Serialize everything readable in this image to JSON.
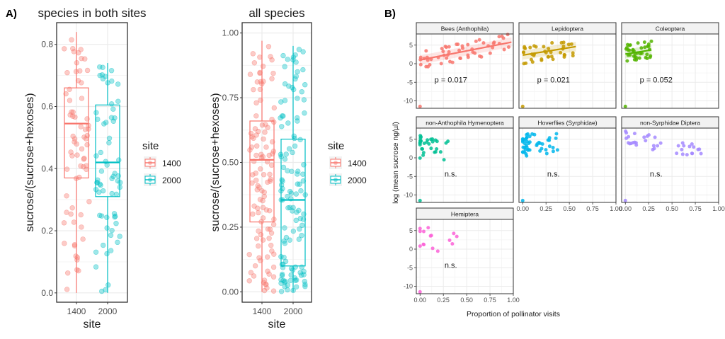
{
  "colors": {
    "site1400": "#F8766D",
    "site2000": "#00BFC4",
    "grid": "#ebebeb",
    "strip_bg": "#f2f2f2"
  },
  "panel_labels": {
    "a": "A)",
    "b": "B)"
  },
  "chart_data": [
    {
      "type": "boxplot",
      "title": "species in both sites",
      "xlabel": "site",
      "ylabel": "sucrose/(sucrose+hexoses)",
      "categories": [
        "1400",
        "2000"
      ],
      "ylim": [
        -0.03,
        0.87
      ],
      "yticks": [
        0.0,
        0.2,
        0.4,
        0.6,
        0.8
      ],
      "ytick_labels": [
        "0.0",
        "0.2",
        "0.4",
        "0.6",
        "0.8"
      ],
      "boxes": [
        {
          "category": "1400",
          "whisker_low": 0.0,
          "q1": 0.37,
          "median": 0.545,
          "q3": 0.66,
          "whisker_high": 0.84
        },
        {
          "category": "2000",
          "whisker_low": 0.0,
          "q1": 0.31,
          "median": 0.42,
          "q3": 0.605,
          "whisker_high": 0.74
        }
      ],
      "legend": {
        "title": "site",
        "entries": [
          "1400",
          "2000"
        ]
      }
    },
    {
      "type": "boxplot",
      "title": "all species",
      "xlabel": "site",
      "ylabel": "sucrose/(sucrose+hexoses)",
      "categories": [
        "1400",
        "2000"
      ],
      "ylim": [
        -0.04,
        1.04
      ],
      "yticks": [
        0.0,
        0.25,
        0.5,
        0.75,
        1.0
      ],
      "ytick_labels": [
        "0.00",
        "0.25",
        "0.50",
        "0.75",
        "1.00"
      ],
      "boxes": [
        {
          "category": "1400",
          "whisker_low": 0.0,
          "q1": 0.27,
          "median": 0.51,
          "q3": 0.66,
          "whisker_high": 0.97
        },
        {
          "category": "2000",
          "whisker_low": 0.0,
          "q1": 0.1,
          "median": 0.355,
          "q3": 0.59,
          "whisker_high": 0.95
        }
      ],
      "legend": {
        "title": "site",
        "entries": [
          "1400",
          "2000"
        ]
      }
    },
    {
      "type": "scatter",
      "facets": true,
      "xlabel": "Proportion of pollinator visits",
      "ylabel": "log (mean sucrose ng/µl)",
      "xlim": [
        -0.04,
        1.0
      ],
      "ylim": [
        -12,
        8
      ],
      "xticks": [
        0.0,
        0.25,
        0.5,
        0.75,
        1.0
      ],
      "xtick_labels": [
        "0.00",
        "0.25",
        "0.50",
        "0.75",
        "1.00"
      ],
      "yticks": [
        5,
        0,
        -5,
        -10
      ],
      "ytick_labels": [
        "5",
        "0",
        "-5",
        "-10"
      ],
      "panels": [
        {
          "name": "Bees (Anthophila)",
          "color": "#F8766D",
          "annotation": "p = 0.017",
          "fit": {
            "x0": 0.0,
            "y0": 1.0,
            "x1": 0.98,
            "y1": 5.8
          }
        },
        {
          "name": "Lepidoptera",
          "color": "#C49A00",
          "annotation": "p = 0.021",
          "fit": {
            "x0": 0.0,
            "y0": 2.3,
            "x1": 0.57,
            "y1": 4.6
          }
        },
        {
          "name": "Coleoptera",
          "color": "#53B400",
          "annotation": "p = 0.052",
          "fit": {
            "x0": 0.0,
            "y0": 2.6,
            "x1": 0.28,
            "y1": 3.7
          }
        },
        {
          "name": "non-Anthophila Hymenoptera",
          "color": "#00C094",
          "annotation": "n.s.",
          "fit": null
        },
        {
          "name": "Hoverflies (Syrphidae)",
          "color": "#00B6EB",
          "annotation": "n.s.",
          "fit": null
        },
        {
          "name": "non-Syrphidae Diptera",
          "color": "#A58AFF",
          "annotation": "n.s.",
          "fit": null
        },
        {
          "name": "Hemiptera",
          "color": "#FB61D7",
          "annotation": "n.s.",
          "fit": null
        }
      ]
    }
  ]
}
